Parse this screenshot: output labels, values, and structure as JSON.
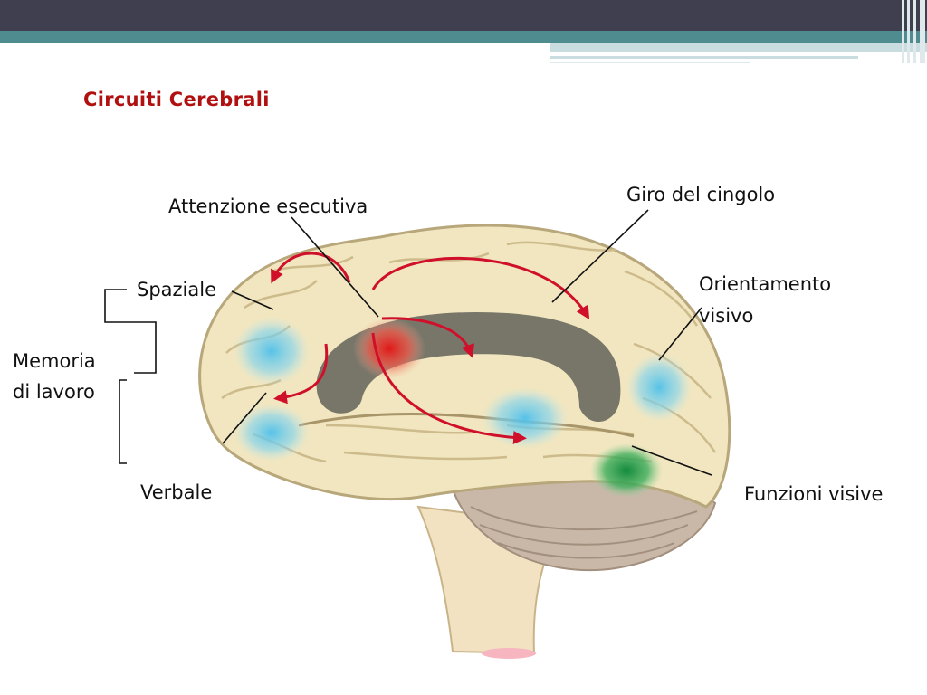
{
  "slide": {
    "title": "Circuiti Cerebrali"
  },
  "labels": {
    "attenzione": "Attenzione esecutiva",
    "giro": "Giro del cingolo",
    "spaziale": "Spaziale",
    "orientamento_line1": "Orientamento",
    "orientamento_line2": "visivo",
    "memoria_line1": "Memoria",
    "memoria_line2": "di lavoro",
    "verbale": "Verbale",
    "funzioni": "Funzioni visive"
  },
  "colors": {
    "header": "#3f3f4f",
    "accent_band": "#4e8c8f",
    "title": "#b01010",
    "arrow": "#d0102a",
    "brain": "#f1e6bf",
    "cingulate": "#5a5a52",
    "blue_region": "#5fc6e8",
    "green_region": "#1f9a4a",
    "red_region": "#e53030"
  }
}
